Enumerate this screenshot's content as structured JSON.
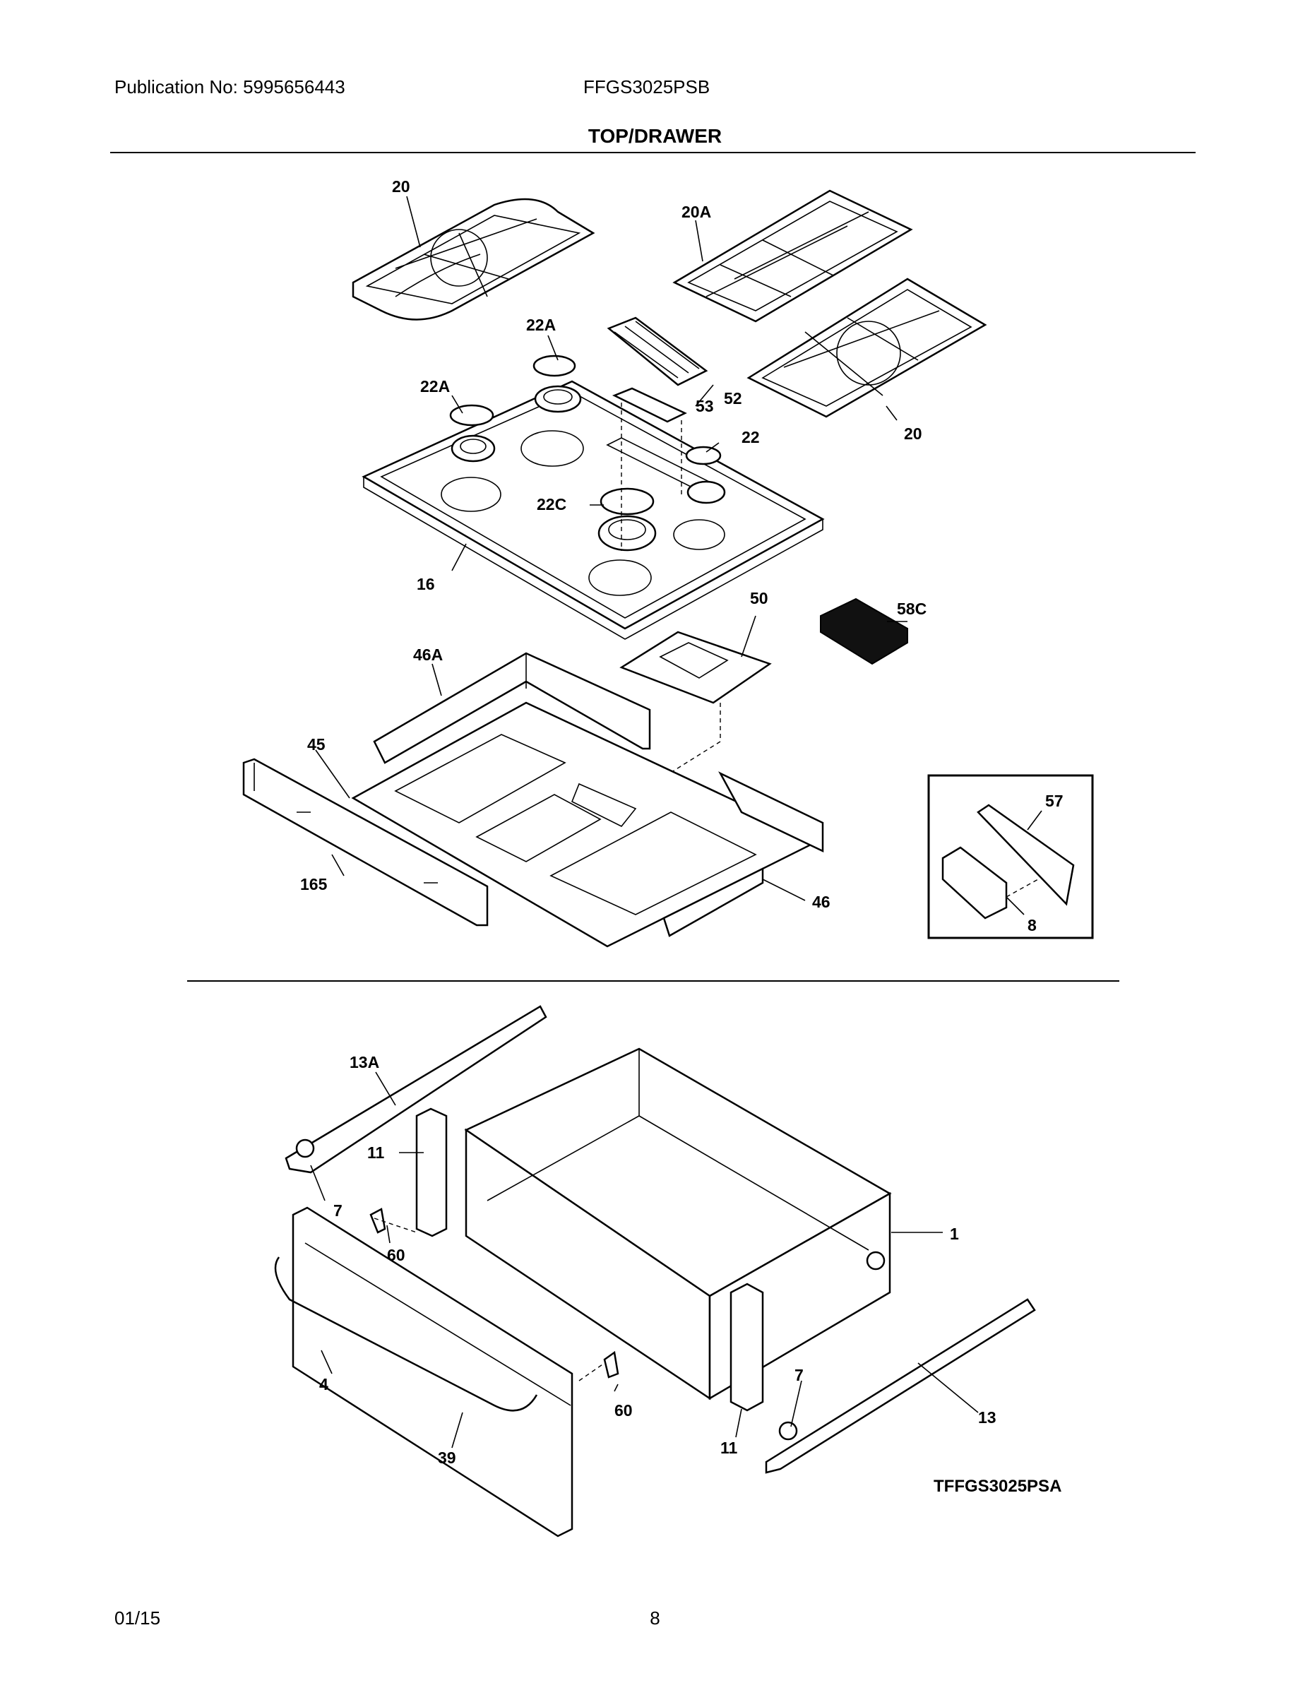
{
  "header": {
    "publication": "Publication No:  5995656443",
    "model": "FFGS3025PSB",
    "section_title": "TOP/DRAWER"
  },
  "diagram": {
    "top_labels": [
      "20",
      "20A",
      "22A",
      "22A",
      "52",
      "53",
      "22",
      "20",
      "22C",
      "16",
      "50",
      "58C",
      "46A",
      "45",
      "165",
      "46",
      "57",
      "8"
    ],
    "drawer_labels": [
      "13A",
      "11",
      "7",
      "60",
      "1",
      "4",
      "39",
      "60",
      "7",
      "11",
      "13"
    ],
    "code": "TFFGS3025PSA"
  },
  "footer": {
    "date": "01/15",
    "page": "8"
  }
}
